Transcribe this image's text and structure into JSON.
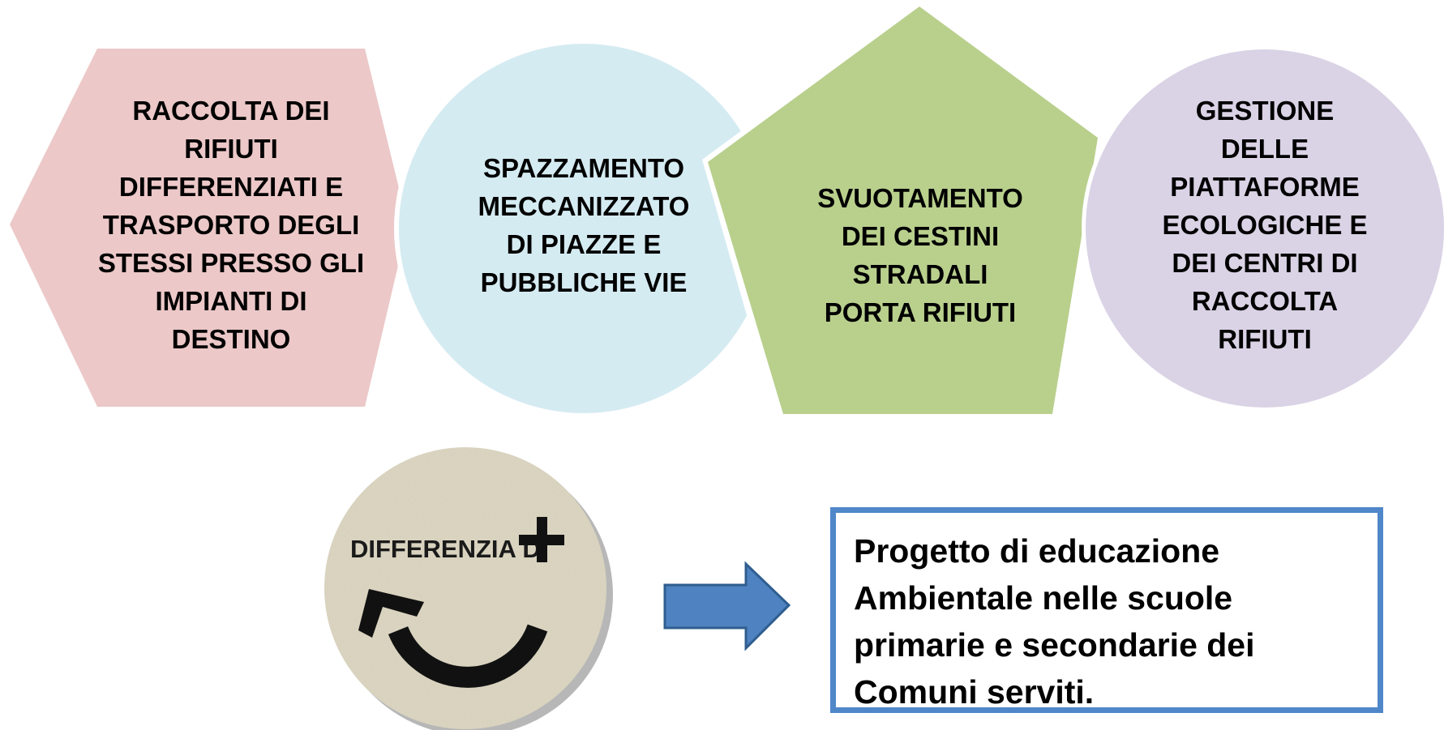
{
  "shapes": {
    "raccolta": {
      "lines": [
        "RACCOLTA DEI",
        "RIFIUTI",
        "DIFFERENZIATI E",
        "TRASPORTO DEGLI",
        "STESSI PRESSO GLI",
        "IMPIANTI DI",
        "DESTINO"
      ],
      "color": "#ecc8c8"
    },
    "spazzamento": {
      "heading": "SPAZZAMENTO",
      "lines": [
        "MECCANIZZATO",
        "DI PIAZZE E",
        "PUBBLICHE VIE"
      ],
      "color": "#d2e9f1"
    },
    "svuotamento": {
      "lines": [
        "SVUOTAMENTO",
        "DEI CESTINI",
        "STRADALI",
        "PORTA RIFIUTI"
      ],
      "color": "#b5ce87"
    },
    "gestione": {
      "lines": [
        "GESTIONE",
        "DELLE",
        "PIATTAFORME",
        "ECOLOGICHE E",
        "DEI CENTRI DI",
        "RACCOLTA",
        "RIFIUTI"
      ],
      "color": "#d7cfe3"
    }
  },
  "logo": {
    "text": "DIFFERENZIA DI",
    "plus_icon": "plus-icon",
    "arrow_icon": "curved-arrow-icon",
    "background_color": "#ddd7c3"
  },
  "arrow": {
    "icon": "right-arrow-icon",
    "color": "#4f82c0"
  },
  "project": {
    "text": "Progetto di educazione\nAmbientale nelle scuole\nprimarie e secondarie dei\nComuni serviti.",
    "border_color": "#4f87c9"
  }
}
